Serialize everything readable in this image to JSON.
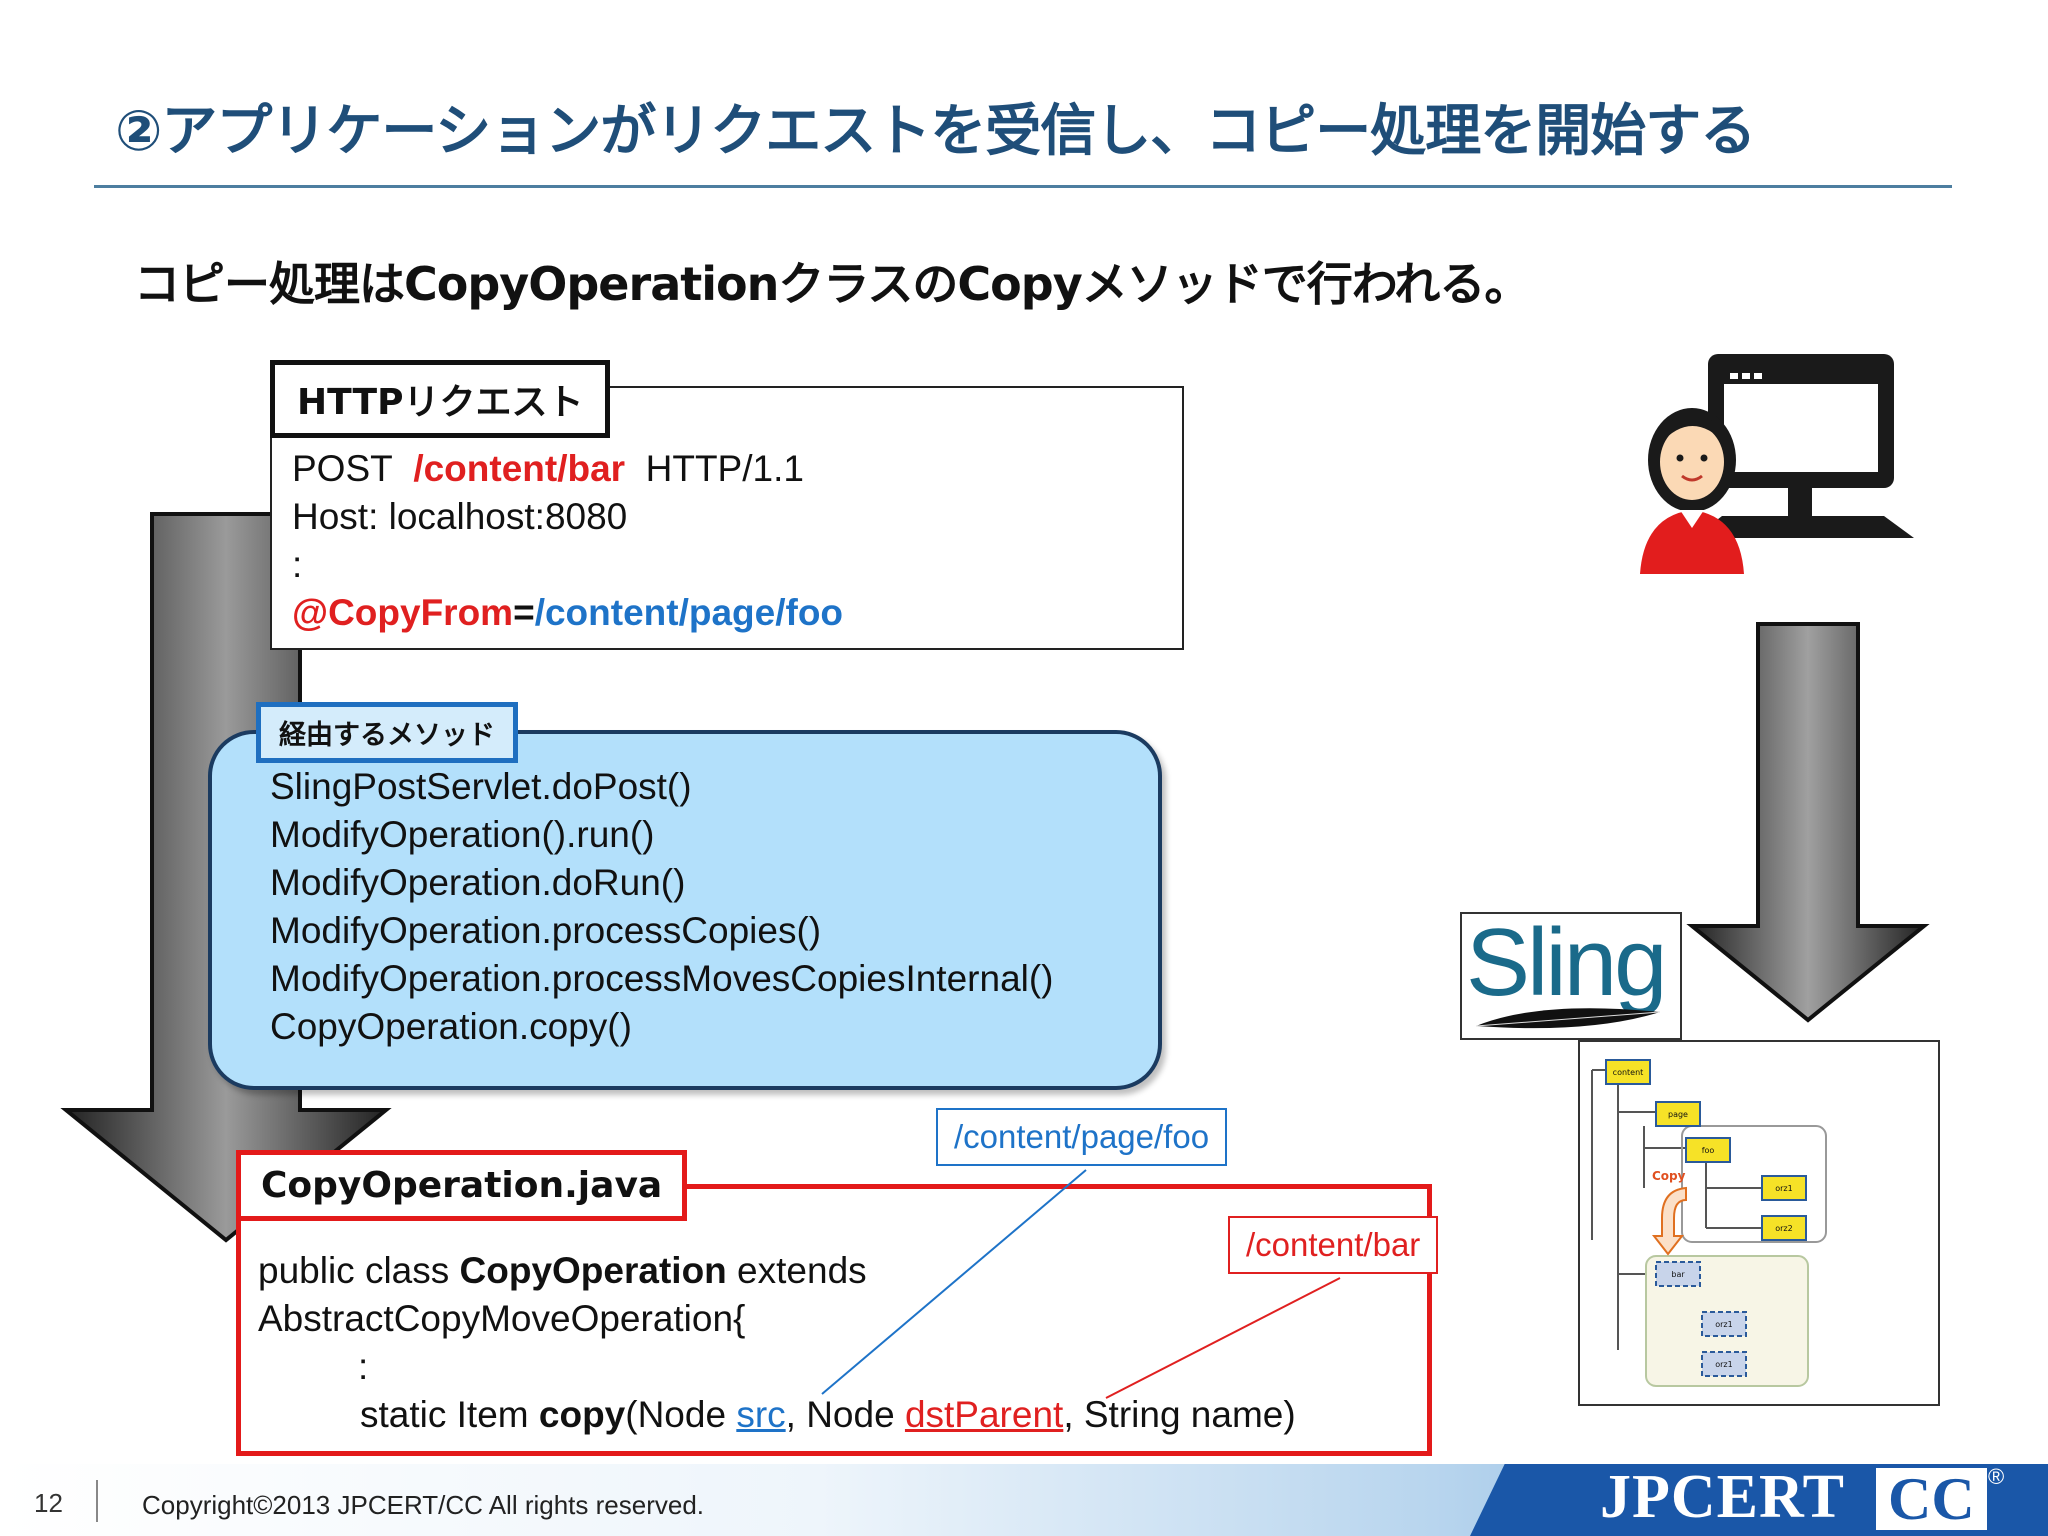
{
  "header": {
    "title": "②アプリケーションがリクエストを受信し、コピー処理を開始する",
    "subtitle": "コピー処理はCopyOperationクラスのCopyメソッドで行われる。"
  },
  "http_request": {
    "tag": "HTTPリクエスト",
    "method": "POST",
    "path": "/content/bar",
    "protocol": "HTTP/1.1",
    "host": "Host: localhost:8080",
    "ellipsis": ":",
    "param_name": "@CopyFrom",
    "param_eq": "=",
    "param_value": "/content/page/foo"
  },
  "methods": {
    "tag": "経由するメソッド",
    "items": [
      "SlingPostServlet.doPost()",
      "ModifyOperation().run()",
      "ModifyOperation.doRun()",
      "ModifyOperation.processCopies()",
      "ModifyOperation.processMovesCopiesInternal()",
      "CopyOperation.copy()"
    ]
  },
  "code": {
    "tag": "CopyOperation.java",
    "line1_a": "public class ",
    "line1_b": "CopyOperation",
    "line1_c": " extends",
    "line2": "AbstractCopyMoveOperation{",
    "line3": ":",
    "line4_a": "static Item ",
    "line4_b": "copy",
    "line4_c": "(Node ",
    "line4_src": "src",
    "line4_d": ", Node ",
    "line4_dst": "dstParent",
    "line4_e": ", String name)"
  },
  "callouts": {
    "src_path": "/content/page/foo",
    "dst_path": "/content/bar"
  },
  "sling_logo": "Sling",
  "tree": {
    "content": "content",
    "page": "page",
    "foo": "foo",
    "orz1": "orz1",
    "orz2": "orz2",
    "copy": "Copy",
    "bar": "bar",
    "bar_orz1": "orz1",
    "bar_orz2": "orz1"
  },
  "footer": {
    "page_number": "12",
    "copyright": "Copyright©2013 JPCERT/CC All rights reserved.",
    "brand_main": "JPCERT",
    "brand_cc": "CC",
    "brand_mark": "®"
  },
  "colors": {
    "title": "#1f4e79",
    "highlight_red": "#e02020",
    "highlight_blue": "#1e73c8",
    "method_box": "#b3e0fb",
    "brand": "#1a57a8"
  }
}
